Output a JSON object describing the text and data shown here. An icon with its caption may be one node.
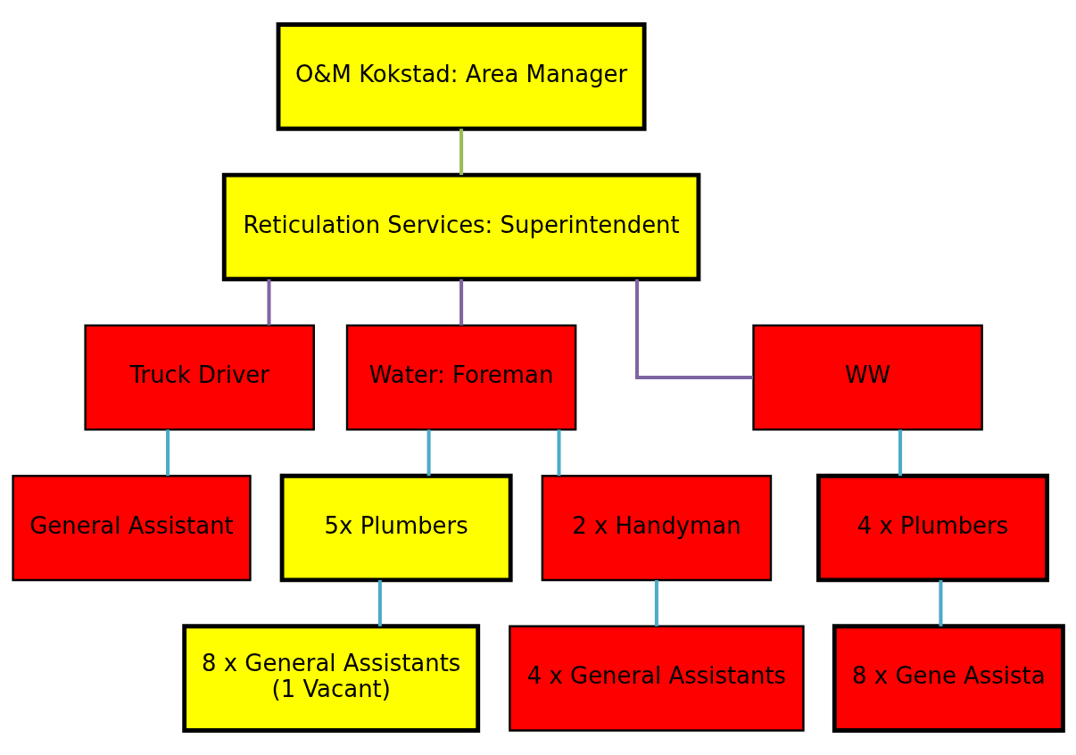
{
  "diagram": {
    "nodes": [
      {
        "text": [
          "O&M Kokstad: Area Manager"
        ]
      },
      {
        "text": [
          "Reticulation Services: Superintendent"
        ]
      },
      {
        "text": [
          "Truck Driver"
        ]
      },
      {
        "text": [
          "Water: Foreman"
        ]
      },
      {
        "text": [
          "WW"
        ]
      },
      {
        "text": [
          "General Assistant"
        ]
      },
      {
        "text": [
          "5x Plumbers"
        ]
      },
      {
        "text": [
          "2 x Handyman"
        ]
      },
      {
        "text": [
          "4 x Plumbers"
        ]
      },
      {
        "text": [
          "8 x General Assistants",
          "(1 Vacant)"
        ]
      },
      {
        "text": [
          "4 x General Assistants"
        ]
      },
      {
        "text": [
          "8 x Gene Assista"
        ]
      }
    ],
    "edges": [
      {
        "from": 0,
        "to": 1,
        "arrow": "none",
        "color": "#9bbb59"
      },
      {
        "from": 1,
        "to": 2,
        "arrow": "none",
        "color": "#8064a2"
      },
      {
        "from": 1,
        "to": 3,
        "arrow": "none",
        "color": "#8064a2"
      },
      {
        "from": 1,
        "to": 4,
        "arrow": "none",
        "color": "#8064a2"
      },
      {
        "from": 2,
        "to": 5,
        "arrow": "none"
      },
      {
        "from": 3,
        "to": 6,
        "arrow": "none"
      },
      {
        "from": 3,
        "to": 7,
        "arrow": "none"
      },
      {
        "from": 4,
        "to": 8,
        "arrow": "none"
      },
      {
        "from": 6,
        "to": 9,
        "arrow": "none"
      },
      {
        "from": 7,
        "to": 10,
        "arrow": "none"
      },
      {
        "from": 8,
        "to": 11,
        "arrow": "none"
      }
    ]
  }
}
